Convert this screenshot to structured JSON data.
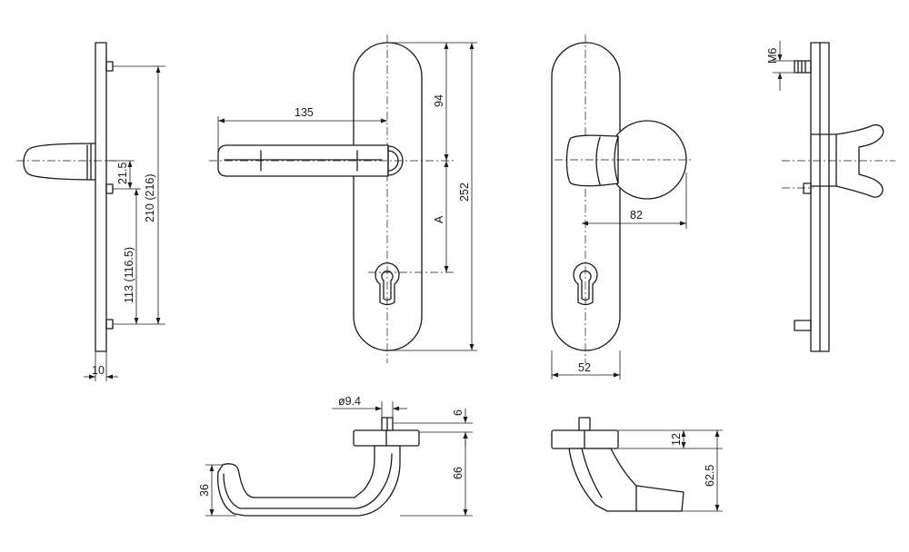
{
  "dimensions": {
    "side_plate_hole_spacing": "210 (216)",
    "side_lower_spacing": "113 (116.5)",
    "side_upper_offset": "21.5",
    "side_plate_thickness": "10",
    "lever_length": "135",
    "plate_height": "252",
    "top_to_lever_axis": "94",
    "lever_to_cylinder": "A",
    "knob_projection": "82",
    "plate_width": "52",
    "screw_thread": "M6",
    "spindle_diameter": "ø9.4",
    "spindle_offset": "6",
    "lever_height": "66",
    "lever_grip_height": "36",
    "rose_thickness": "12",
    "angled_height": "62.5"
  }
}
